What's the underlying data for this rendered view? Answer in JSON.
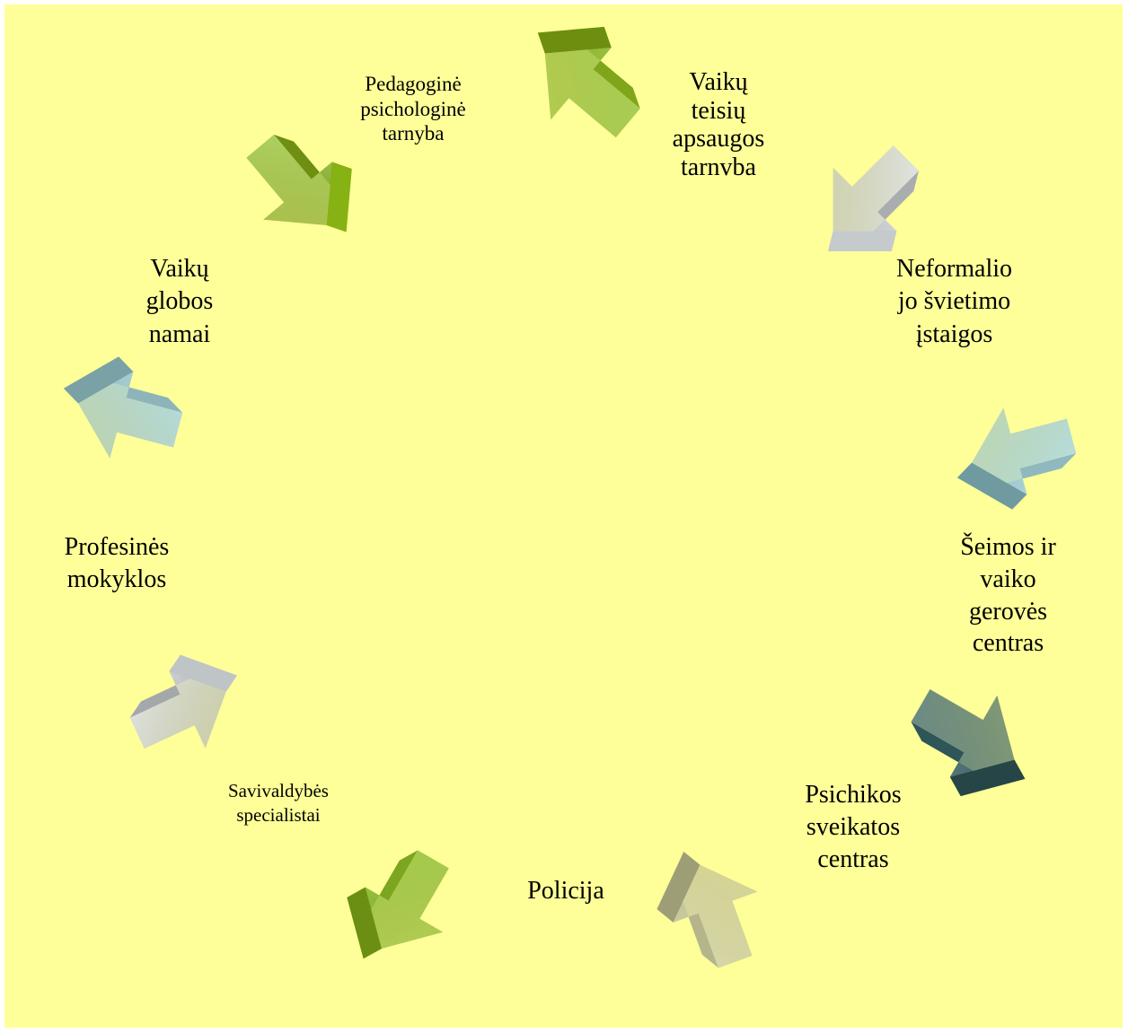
{
  "diagram": {
    "background_color": "#ffff99",
    "labels": [
      {
        "key": "pedagogine",
        "text": "Pedagoginė\npsichologinė\ntarnyba"
      },
      {
        "key": "vaiku_teisiu",
        "text": "Vaikų\nteisių\napsaugos\ntarnvba"
      },
      {
        "key": "neformalio",
        "text": "Neformalio\njo švietimo\nįstaigos"
      },
      {
        "key": "seimos",
        "text": "Šeimos ir\nvaiko\ngerovės\ncentras"
      },
      {
        "key": "psichikos",
        "text": "Psichikos\nsveikatos\ncentras"
      },
      {
        "key": "policija",
        "text": "Policija"
      },
      {
        "key": "savivaldybes",
        "text": "Savivaldybės\nspecialistai"
      },
      {
        "key": "profesines",
        "text": "Profesinės\nmokyklos"
      },
      {
        "key": "vaiku_globos",
        "text": "Vaikų\nglobos\nnamai"
      }
    ],
    "arrows": [
      {
        "key": "arrow-top",
        "front": "#a8cf5a",
        "top": "#7fa61a",
        "side": "#6d8e0f"
      },
      {
        "key": "arrow-top-right",
        "front": "#e6eaec",
        "top": "#a9adaf",
        "side": "#c5cacc"
      },
      {
        "key": "arrow-right",
        "front": "#b8dfe4",
        "top": "#8fb9be",
        "side": "#6f9aa0"
      },
      {
        "key": "arrow-lower-right",
        "front": "#6b8a8c",
        "top": "#2e5558",
        "side": "#254547"
      },
      {
        "key": "arrow-bottom-right",
        "front": "#d8d8ae",
        "top": "#b5b58c",
        "side": "#9e9e76"
      },
      {
        "key": "arrow-bottom",
        "front": "#a3cc4e",
        "top": "#7ca520",
        "side": "#6a8f12"
      },
      {
        "key": "arrow-lower-left",
        "front": "#e3e7e9",
        "top": "#a4a8aa",
        "side": "#bfc4c6"
      },
      {
        "key": "arrow-left",
        "front": "#b6dde2",
        "top": "#8cb4b9",
        "side": "#79a1a6"
      },
      {
        "key": "arrow-top-left",
        "front": "#b0d86a",
        "top": "#6e8f12",
        "side": "#86b214"
      }
    ]
  }
}
